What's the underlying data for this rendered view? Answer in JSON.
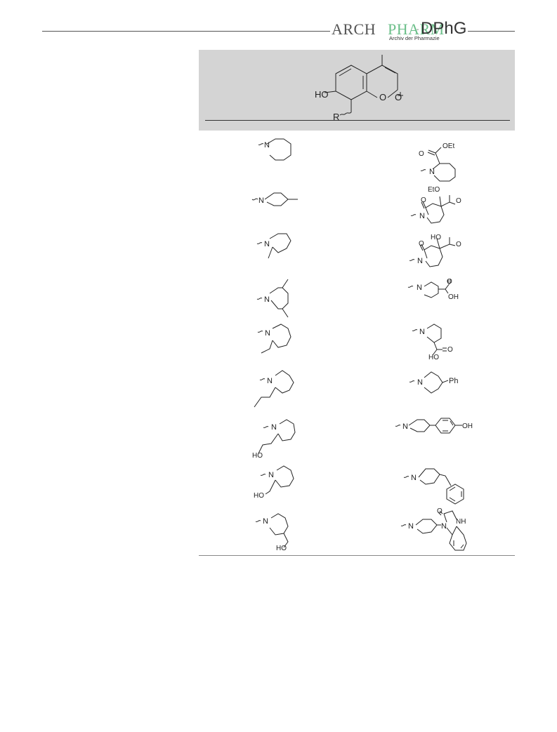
{
  "header": {
    "journal_arch": "ARCH",
    "journal_pharm": "PHARM",
    "journal_subtitle": "Archiv der Pharmazie",
    "separator": "-",
    "society": "DPhG",
    "accent_color": "#6cbf8a"
  },
  "scaffold": {
    "hydroxy_label": "HO",
    "carbonyl_label": "O",
    "ring_oxygen_label": "O",
    "substituent_label": "R"
  },
  "atoms": {
    "nitrogen": "N",
    "ethoxy": "OEt",
    "ethoxy_alt": "EtO",
    "oxygen": "O",
    "hydroxyl": "OH",
    "hydroxy": "HO",
    "phenyl": "Ph",
    "amine_h": "NH"
  }
}
